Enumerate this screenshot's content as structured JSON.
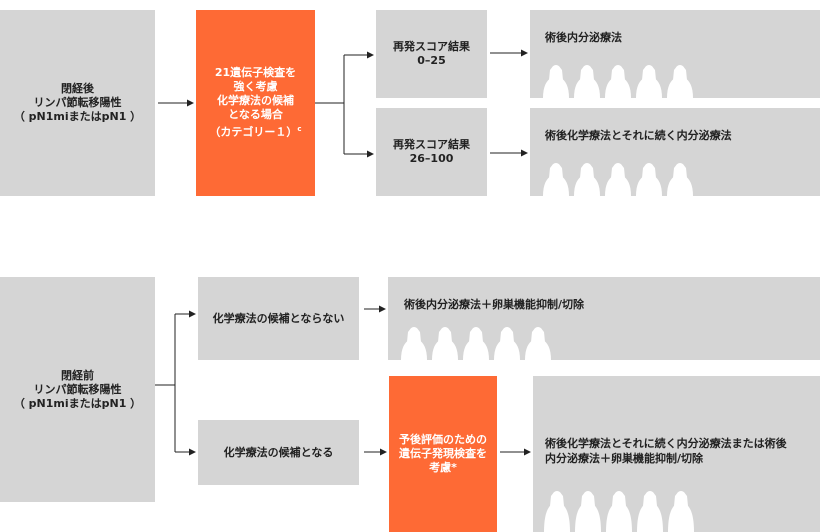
{
  "top": {
    "condition": "閉経後\nリンパ節転移陽性\n（ pN1miまたはpN1 ）",
    "test_candidate": "21遺伝子検査を\n強く考慮\n化学療法の候補\nとなる場合\n（カテゴリー１）",
    "test_candidate_sup": "c",
    "score_low": "再発スコア結果\n0–25",
    "score_high": "再発スコア結果\n26–100",
    "result_low": "術後内分泌療法",
    "result_high": "術後化学療法とそれに続く内分泌療法"
  },
  "bottom": {
    "condition": "閉経前\nリンパ節転移陽性\n（ pN1miまたはpN1 ）",
    "not_candidate": "化学療法の候補とならない",
    "candidate": "化学療法の候補となる",
    "prognostic_test": "予後評価のための\n遺伝子発現検査を\n考慮*",
    "result_not_candidate": "術後内分泌療法＋卵巣機能抑制/切除",
    "result_candidate": "術後化学療法とそれに続く内分泌療法または術後\n内分泌療法＋卵巣機能抑制/切除"
  },
  "colors": {
    "box_gray": "#d5d5d5",
    "accent_orange": "#fe6a35",
    "figure_white": "#ffffff",
    "line": "#222222"
  },
  "icons": [
    "woman-silhouette-icon"
  ]
}
